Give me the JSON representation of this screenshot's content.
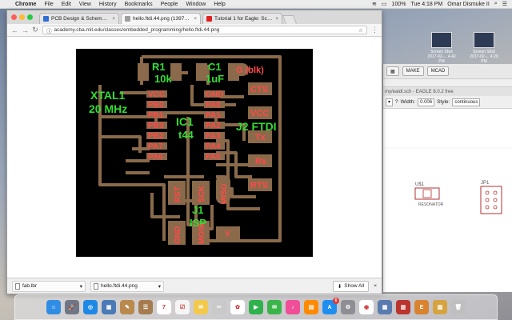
{
  "menubar": {
    "app": "Chrome",
    "items": [
      "File",
      "Edit",
      "View",
      "History",
      "Bookmarks",
      "People",
      "Window",
      "Help"
    ],
    "clock": "Tue 4:18 PM",
    "user": "Omar Dismuke II",
    "battery": "100%"
  },
  "browser": {
    "tabs": [
      {
        "title": "PCB Design & Schematic Soft",
        "color": "#2f6fd6"
      },
      {
        "title": "hello.ftdi.44.png (1397×1300)",
        "color": "#9e9e9e"
      },
      {
        "title": "Tutorial 1 for Eagle: Schemati",
        "color": "#e02020"
      }
    ],
    "url": "academy.cba.mit.edu/classes/embedded_programming/hello.ftdi.44.png"
  },
  "pcb": {
    "components": {
      "r1": [
        "R1",
        "10k"
      ],
      "c1": [
        "C1",
        "1uF"
      ],
      "xtal": [
        "XTAL1",
        "20 MHz"
      ],
      "ic": [
        "IC1",
        "t44"
      ],
      "j2": "J2 FTDI",
      "j1": [
        "J1",
        "ISP"
      ]
    },
    "left_pins": [
      "VCC",
      "PB0",
      "PB1",
      "PB3",
      "PB2",
      "PA7",
      "PA6"
    ],
    "right_pins": [
      "GND",
      "PA0",
      "PA1",
      "PA2",
      "PA3",
      "PA4",
      "PA5"
    ],
    "ftdi_pins": [
      "CTS",
      "VCC",
      "Tx",
      "Rx",
      "RTS"
    ],
    "gnd_blk": "G (blk)",
    "isp_vertical": [
      "RST",
      "SCK",
      "MISO"
    ],
    "isp_bottom": [
      "GND",
      "MOSI"
    ],
    "isp_v": "V"
  },
  "downloads": {
    "items": [
      "fab.lbr",
      "hello.ftdi.44.png"
    ],
    "show_all": "Show All"
  },
  "eagle": {
    "buttons": [
      "MAKE",
      "MCAD"
    ],
    "title": "my/eaidl.sch - EAGLE 8.0.2 free",
    "width_label": "Width:",
    "width_value": "0.006",
    "style_label": "Style:",
    "style_value": "continuous",
    "part_u": "U$1",
    "part_j": "JP1",
    "resonator": "RESONATOR"
  },
  "desktop": {
    "shot1": "Screen Shot 2017-02-... 4.42 PM",
    "shot2": "Screen Shot 2017-02-... 4.29 PM"
  },
  "dock": {
    "apps": [
      {
        "name": "finder",
        "color": "#2f8de4",
        "glyph": "☺"
      },
      {
        "name": "launchpad",
        "color": "#6f7685",
        "glyph": "🚀"
      },
      {
        "name": "safari",
        "color": "#1e88e5",
        "glyph": "◎"
      },
      {
        "name": "photos-viewer",
        "color": "#4b7bb7",
        "glyph": "▣"
      },
      {
        "name": "notes",
        "color": "#b9894e",
        "glyph": "✎"
      },
      {
        "name": "contacts",
        "color": "#a57b4f",
        "glyph": "☰"
      },
      {
        "name": "calendar",
        "color": "#ffffff",
        "glyph": "7"
      },
      {
        "name": "reminders",
        "color": "#f5f5f5",
        "glyph": "☑"
      },
      {
        "name": "stickies",
        "color": "#f2c94c",
        "glyph": "✉"
      },
      {
        "name": "preview",
        "color": "#c9c9c9",
        "glyph": "✂"
      },
      {
        "name": "photos",
        "color": "#ffffff",
        "glyph": "✿"
      },
      {
        "name": "facetime",
        "color": "#2fb24c",
        "glyph": "▶"
      },
      {
        "name": "messages",
        "color": "#3bb54a",
        "glyph": "✉"
      },
      {
        "name": "music",
        "color": "#f04e98",
        "glyph": "♪"
      },
      {
        "name": "books",
        "color": "#ff8a00",
        "glyph": "▤"
      },
      {
        "name": "app-store",
        "color": "#1f8ef1",
        "glyph": "A"
      },
      {
        "name": "settings",
        "color": "#8e8e93",
        "glyph": "⚙"
      },
      {
        "name": "chrome",
        "color": "#ffffff",
        "glyph": "◉"
      },
      {
        "name": "preview-docs",
        "color": "#5a7bb0",
        "glyph": "▦"
      },
      {
        "name": "library",
        "color": "#b9352d",
        "glyph": "▥"
      },
      {
        "name": "eagle",
        "color": "#d9832e",
        "glyph": "E"
      },
      {
        "name": "archive",
        "color": "#d7a33f",
        "glyph": "▨"
      },
      {
        "name": "trash",
        "color": "#bfbfbf",
        "glyph": "🗑"
      }
    ]
  },
  "badges": {
    "app_store": "6"
  }
}
